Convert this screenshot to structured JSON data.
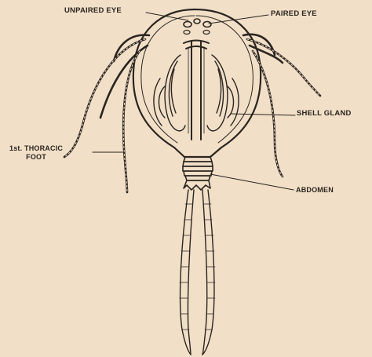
{
  "labels": {
    "unpaired_eye": "UNPAIRED EYE",
    "paired_eye": "PAIRED EYE",
    "shell_gland": "SHELL GLAND",
    "abdomen": "ABDOMEN",
    "thoracic_foot_line1": "1st. THORACIC",
    "thoracic_foot_line2": "FOOT"
  },
  "colors": {
    "paper": "#f1dfc7",
    "ink": "#2b2520"
  }
}
